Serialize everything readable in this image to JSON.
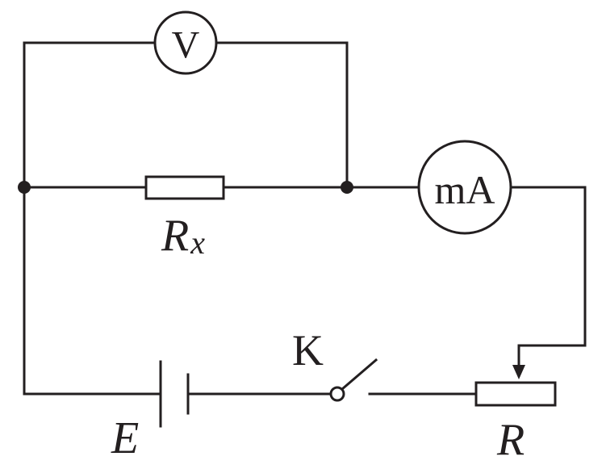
{
  "diagram": {
    "voltmeter_symbol": "V",
    "milliammeter_symbol": "mA",
    "resistor_x_label": {
      "main": "R",
      "subscript": "x"
    },
    "battery_label": "E",
    "switch_label": "K",
    "rheostat_label": "R",
    "colors": {
      "line": "#231f20",
      "background": "#ffffff"
    }
  }
}
